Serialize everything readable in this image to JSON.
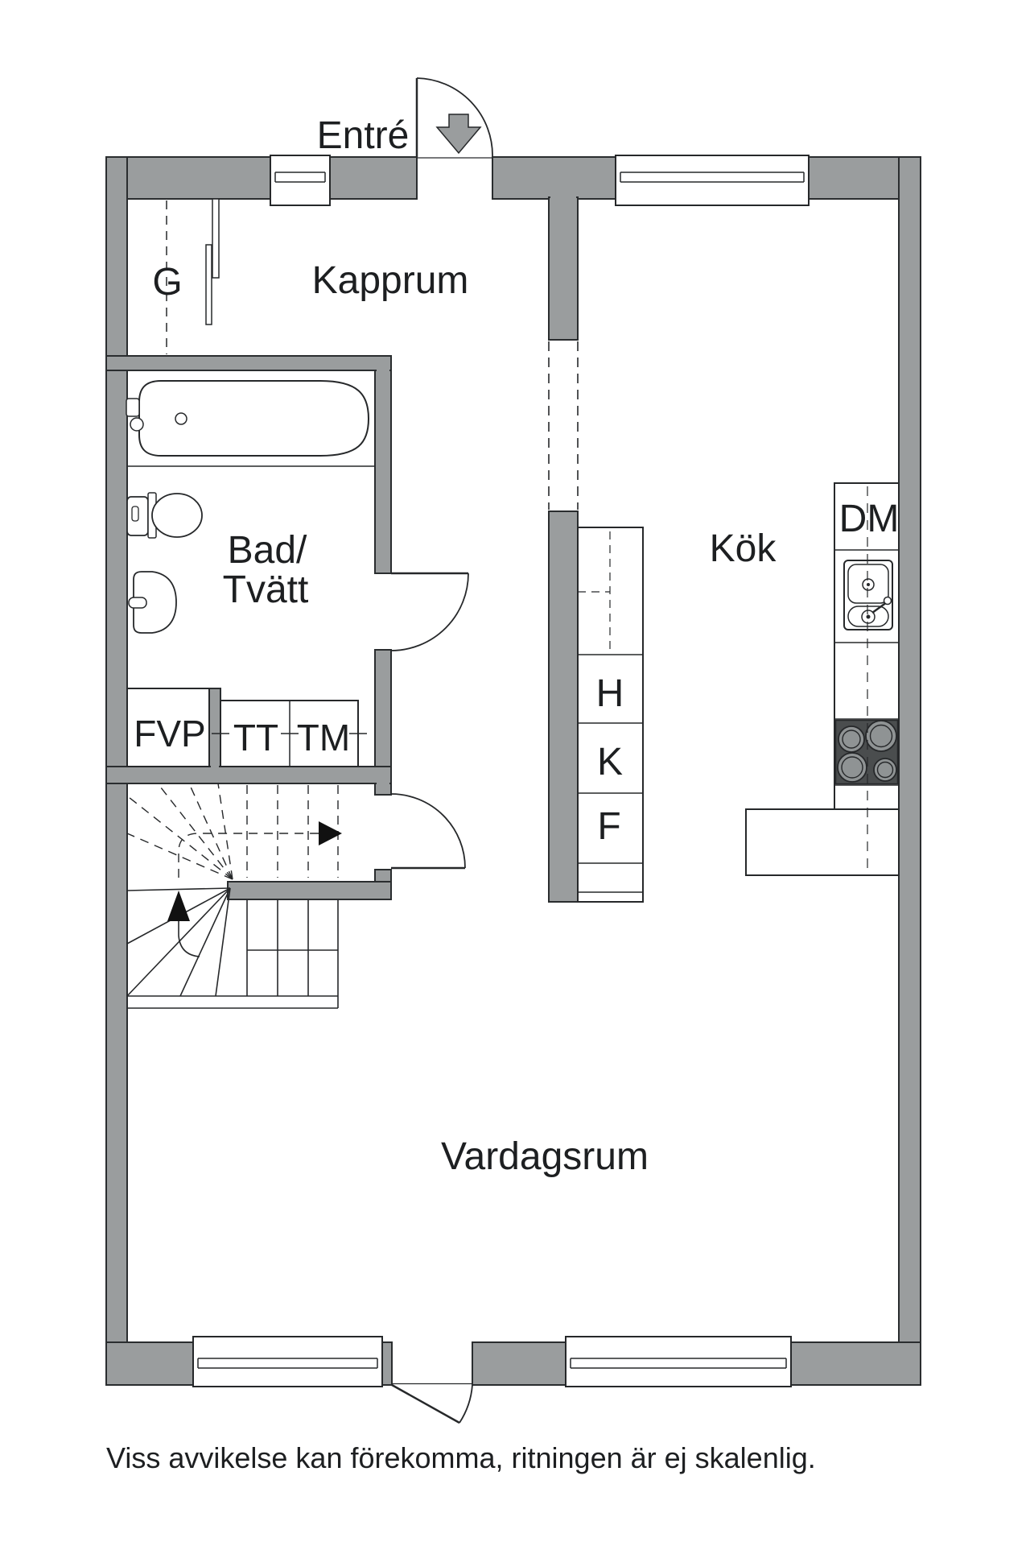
{
  "floorplan": {
    "entrance_label": "Entré",
    "rooms": {
      "hall": "Kapprum",
      "wardrobe": "G",
      "bath_line1": "Bad/",
      "bath_line2": "Tvätt",
      "kitchen": "Kök",
      "living_room": "Vardagsrum"
    },
    "appliances": {
      "heat_pump": "FVP",
      "dryer": "TT",
      "washing_machine": "TM",
      "dishwasher": "DM",
      "tall_cabinet": "H",
      "fridge": "K",
      "freezer": "F"
    },
    "colors": {
      "wall": "#9a9d9e",
      "line": "#26282a",
      "appliance_dark": "#4a4d4e",
      "burner": "#8f9394",
      "background": "#ffffff"
    }
  },
  "footer": {
    "disclaimer": "Viss avvikelse kan förekomma, ritningen är ej skalenlig."
  }
}
